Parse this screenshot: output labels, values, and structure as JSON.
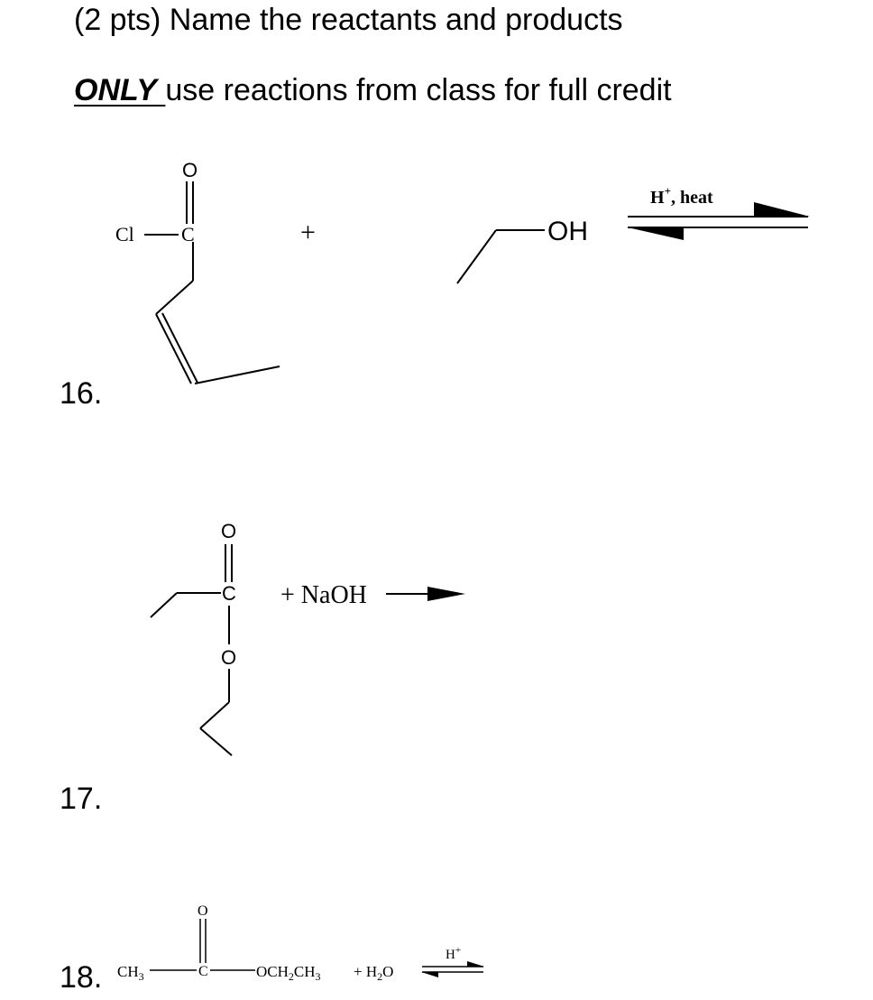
{
  "header": {
    "points_instruction": "(2 pts) Name the reactants and products",
    "only_label": "ONLY",
    "only_rest": "use reactions from class for full credit"
  },
  "questions": [
    {
      "number": "16.",
      "atoms": {
        "cl": "Cl",
        "c": "C",
        "o": "O",
        "oh": "OH"
      },
      "plus": "+",
      "condition": {
        "h": "H",
        "plus": "+",
        "rest": ", heat"
      }
    },
    {
      "number": "17.",
      "atoms": {
        "o_top": "O",
        "c": "C",
        "o_ester": "O"
      },
      "reagent": "+ NaOH"
    },
    {
      "number": "18.",
      "parts": {
        "ch3": "CH",
        "ch3_sub": "3",
        "o_top": "O",
        "c": "C",
        "ester_och": "OCH",
        "ester_sub1": "2",
        "ester_ch": "CH",
        "ester_sub2": "3",
        "water_plus_h": "+ H",
        "water_sub": "2",
        "water_o": "O",
        "cat_h": "H",
        "cat_plus": "+"
      }
    }
  ]
}
